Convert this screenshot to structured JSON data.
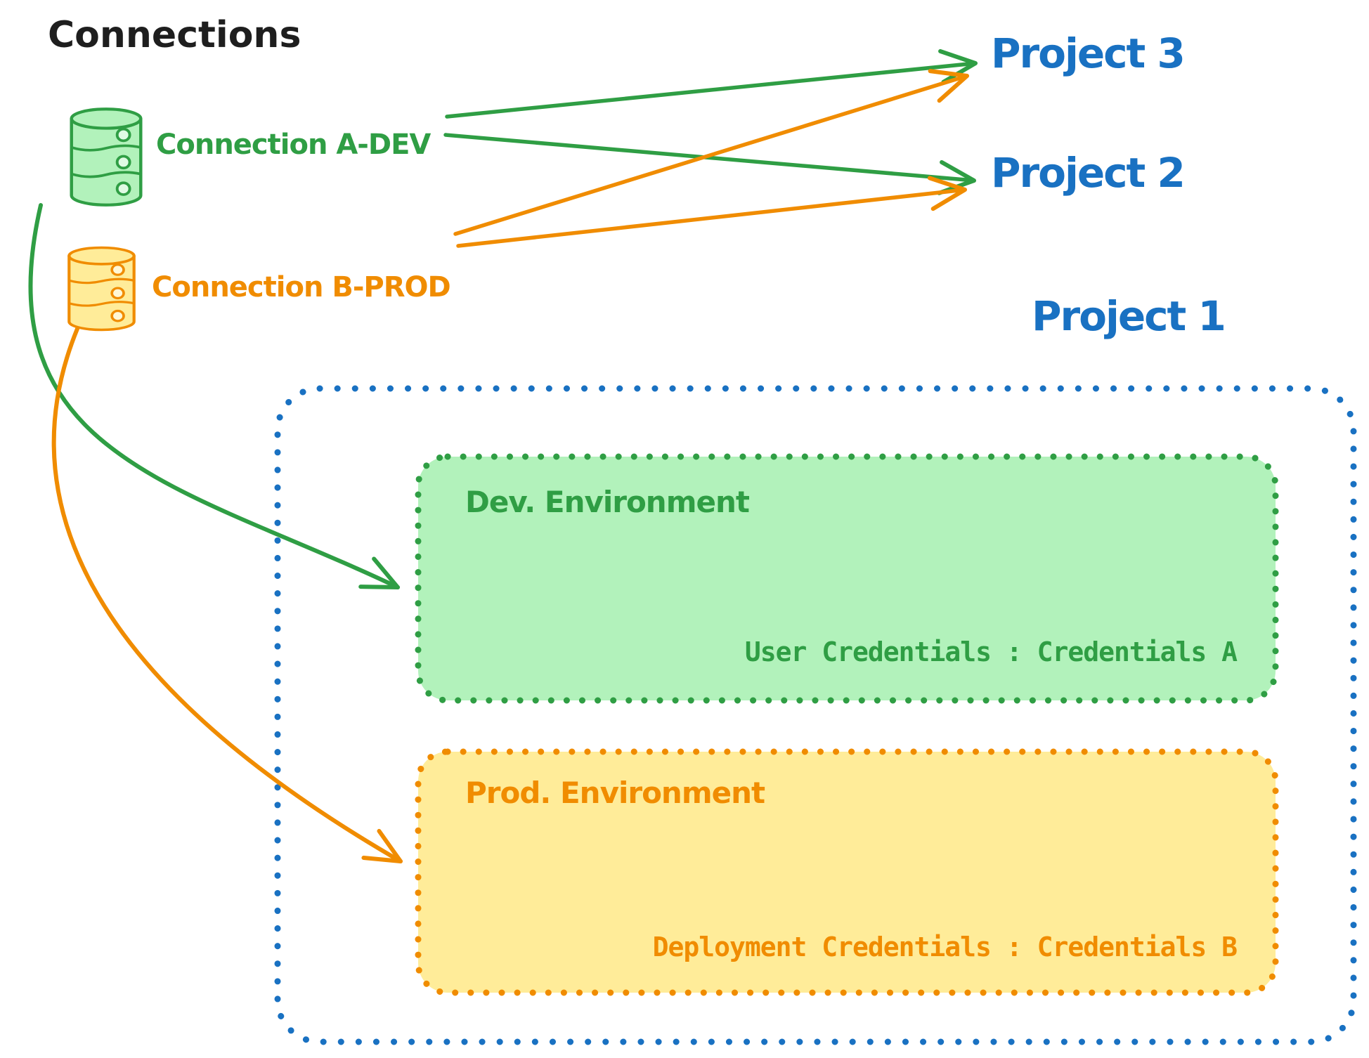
{
  "diagram": {
    "title": "Connections",
    "connections": [
      {
        "label": "Connection A-DEV",
        "type": "database",
        "color": "#2f9e44",
        "fill": "#b2f2bb"
      },
      {
        "label": "Connection B-PROD",
        "type": "database",
        "color": "#f08c00",
        "fill": "#ffec99"
      }
    ],
    "projects": [
      {
        "label": "Project 3"
      },
      {
        "label": "Project 2"
      },
      {
        "label": "Project 1"
      }
    ],
    "project1_detail": {
      "environments": [
        {
          "title": "Dev. Environment",
          "credentials_label": "User Credentials : Credentials A",
          "color": "#2f9e44",
          "fill": "#b2f2bb"
        },
        {
          "title": "Prod. Environment",
          "credentials_label": "Deployment Credentials : Credentials B",
          "color": "#f08c00",
          "fill": "#ffec99"
        }
      ]
    },
    "edges": [
      {
        "from": "Connection A-DEV",
        "to": "Project 3",
        "color": "#2f9e44"
      },
      {
        "from": "Connection A-DEV",
        "to": "Project 2",
        "color": "#2f9e44"
      },
      {
        "from": "Connection A-DEV",
        "to": "Project 1 / Dev. Environment",
        "color": "#2f9e44"
      },
      {
        "from": "Connection B-PROD",
        "to": "Project 3",
        "color": "#f08c00"
      },
      {
        "from": "Connection B-PROD",
        "to": "Project 2",
        "color": "#f08c00"
      },
      {
        "from": "Connection B-PROD",
        "to": "Project 1 / Prod. Environment",
        "color": "#f08c00"
      }
    ],
    "colors": {
      "text": "#1e1e1e",
      "green_stroke": "#2f9e44",
      "green_fill": "#b2f2bb",
      "orange_stroke": "#f08c00",
      "orange_fill": "#ffec99",
      "blue_stroke": "#1971c2",
      "background": "#ffffff"
    }
  }
}
